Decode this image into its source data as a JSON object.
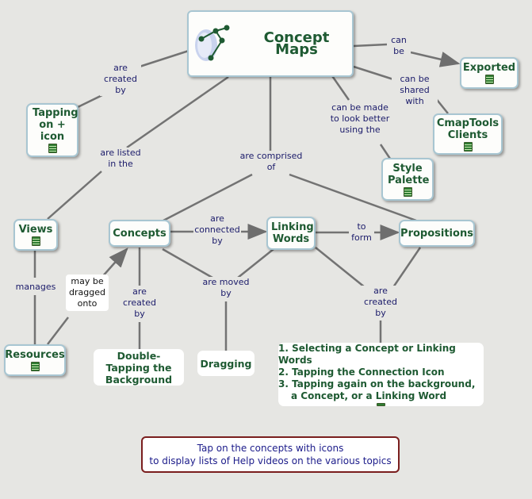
{
  "title": "Concept Maps",
  "concepts": {
    "exported": "Exported",
    "tapping_plus": "Tapping on + icon",
    "cmaptools_clients": "CmapTools Clients",
    "style_palette": "Style Palette",
    "views": "Views",
    "concepts": "Concepts",
    "linking_words": "Linking Words",
    "propositions": "Propositions",
    "resources": "Resources",
    "double_tapping": "Double-Tapping the Background",
    "dragging": "Dragging",
    "steps": [
      "1. Selecting a Concept or Linking Words",
      "2. Tapping the Connection Icon",
      "3. Tapping again on the background,",
      "a Concept, or a Linking Word"
    ]
  },
  "links": {
    "can_be": "can be",
    "can_be_shared": "can be shared with",
    "are_created_by_1": "are created by",
    "can_be_made": "can be made to look better using the",
    "are_listed": "are listed in the",
    "are_comprised": "are comprised of",
    "are_connected": "are connected by",
    "to_form": "to form",
    "manages": "manages",
    "may_be_dragged": "may be dragged onto",
    "are_created_by_2": "are created by",
    "are_moved_by": "are moved by",
    "are_created_by_3": "are created by"
  },
  "footer": {
    "line1": "Tap on the concepts with icons",
    "line2": "to display lists of Help videos on the various topics"
  },
  "icons": {
    "logo": "concept-map-logo-icon",
    "video": "video-film-icon"
  },
  "colors": {
    "background": "#e6e6e3",
    "concept_text": "#1e5a32",
    "link_text": "#1b1b6a",
    "node_border": "#a8c6d2",
    "line": "#707070",
    "footer_border": "#7a1e1e"
  }
}
